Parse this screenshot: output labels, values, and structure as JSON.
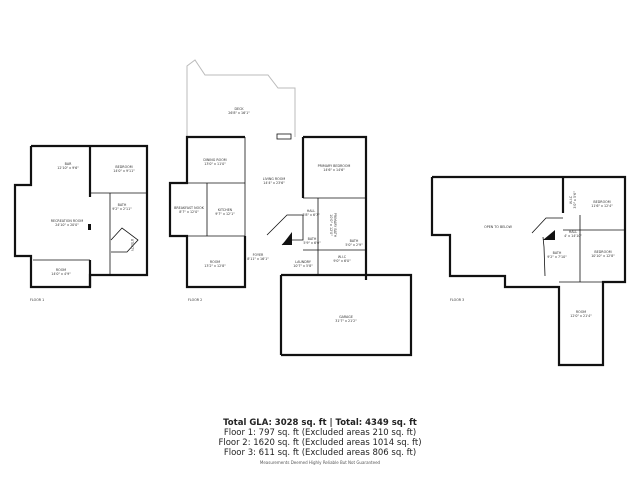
{
  "floors": [
    {
      "label": "FLOOR 1",
      "rooms": [
        {
          "name": "BAR",
          "dim": "12'10\" x 9'6\""
        },
        {
          "name": "BEDROOM",
          "dim": "14'0\" x 9'11\""
        },
        {
          "name": "BATH",
          "dim": "9'2\" x 2'11\""
        },
        {
          "name": "RECREATION ROOM",
          "dim": "24'10\" x 20'0\""
        },
        {
          "name": "ROOM",
          "dim": "14'0\" x 4'9\""
        },
        {
          "name": "UTILITY",
          "dim": ""
        }
      ]
    },
    {
      "label": "FLOOR 2",
      "rooms": [
        {
          "name": "DECK",
          "dim": "26'8\" x 16'1\""
        },
        {
          "name": "DINING ROOM",
          "dim": "13'0\" x 11'0\""
        },
        {
          "name": "LIVING ROOM",
          "dim": "14'4\" x 23'6\""
        },
        {
          "name": "PRIMARY BEDROOM",
          "dim": "14'6\" x 14'6\""
        },
        {
          "name": "BREAKFAST NOOK",
          "dim": "8'7\" x 12'0\""
        },
        {
          "name": "KITCHEN",
          "dim": "9'7\" x 12'1\""
        },
        {
          "name": "HALL",
          "dim": "3'8\" x 6'7\""
        },
        {
          "name": "PRIMARY BATH",
          "dim": "10'0\" x 12'0\""
        },
        {
          "name": "BATH",
          "dim": "5'9\" x 6'0\""
        },
        {
          "name": "BATH",
          "dim": "5'0\" x 2'9\""
        },
        {
          "name": "W.I.C",
          "dim": "9'0\" x 6'0\""
        },
        {
          "name": "ROOM",
          "dim": "13'2\" x 12'8\""
        },
        {
          "name": "FOYER",
          "dim": "8'11\" x 16'1\""
        },
        {
          "name": "LAUNDRY",
          "dim": "10'7\" x 5'8\""
        },
        {
          "name": "GARAGE",
          "dim": "31'7\" x 21'2\""
        }
      ]
    },
    {
      "label": "FLOOR 3",
      "rooms": [
        {
          "name": "OPEN TO BELOW",
          "dim": ""
        },
        {
          "name": "BEDROOM",
          "dim": "11'6\" x 12'4\""
        },
        {
          "name": "W.I.C",
          "dim": "3'0\" x 5'6\""
        },
        {
          "name": "HALL",
          "dim": "4' x 14'10\""
        },
        {
          "name": "BATH",
          "dim": "9'2\" x 7'10\""
        },
        {
          "name": "BEDROOM",
          "dim": "10'10\" x 12'8\""
        },
        {
          "name": "ROOM",
          "dim": "12'0\" x 21'4\""
        }
      ]
    }
  ],
  "summary": {
    "total": "Total GLA: 3028 sq. ft | Total: 4349 sq. ft",
    "floor1": "Floor 1: 797 sq. ft (Excluded areas 210 sq. ft)",
    "floor2": "Floor 2: 1620 sq. ft (Excluded areas 1014 sq. ft)",
    "floor3": "Floor 3: 611 sq. ft (Excluded areas 806 sq. ft)",
    "note": "Measurements Deemed Highly Reliable But Not Guaranteed"
  }
}
